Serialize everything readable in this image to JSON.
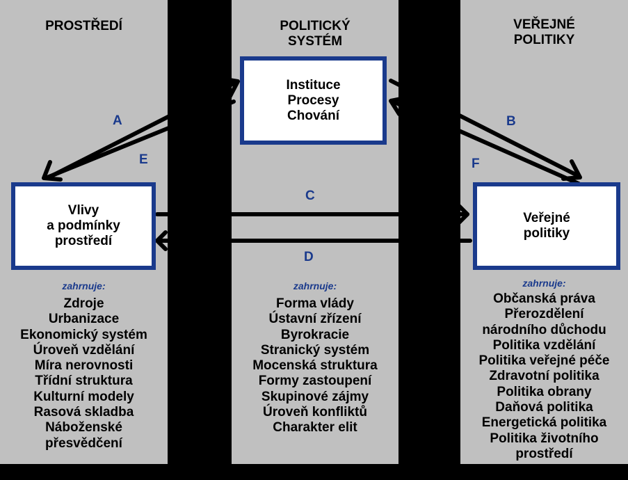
{
  "columns": {
    "left": {
      "heading": "PROSTŘEDÍ",
      "box": "Vlivy\na podmínky\nprostředí",
      "includes": "zahrnuje:",
      "items": [
        "Zdroje",
        "Urbanizace",
        "Ekonomický systém",
        "Úroveň vzdělání",
        "Míra nerovnosti",
        "Třídní struktura",
        "Kulturní modely",
        "Rasová skladba",
        "Náboženské",
        "přesvědčení"
      ]
    },
    "middle": {
      "heading": "POLITICKÝ\nSYSTÉM",
      "box": "Instituce\nProcesy\nChování",
      "includes": "zahrnuje:",
      "items": [
        "Forma  vlády",
        "Ústavní zřízení",
        "Byrokracie",
        "Stranický systém",
        "Mocenská struktura",
        "Formy zastoupení",
        "Skupinové zájmy",
        "Úroveň konfliktů",
        "Charakter elit"
      ]
    },
    "right": {
      "heading": "VEŘEJNÉ\nPOLITIKY",
      "box": "Veřejné\npolitiky",
      "includes": "zahrnuje:",
      "items": [
        "Občanská práva",
        "Přerozdělení",
        "národního důchodu",
        "Politika vzdělání",
        "Politika veřejné péče",
        "Zdravotní politika",
        "Politika obrany",
        "Daňová politika",
        "Energetická politika",
        "Politika životního",
        "prostředí"
      ]
    }
  },
  "arrows": {
    "a": "A",
    "b": "B",
    "c": "C",
    "d": "D",
    "e": "E",
    "f": "F"
  },
  "colors": {
    "panel": "#c0c0c0",
    "border": "#1a3a8c",
    "background": "#000000",
    "arrow": "#000000"
  }
}
